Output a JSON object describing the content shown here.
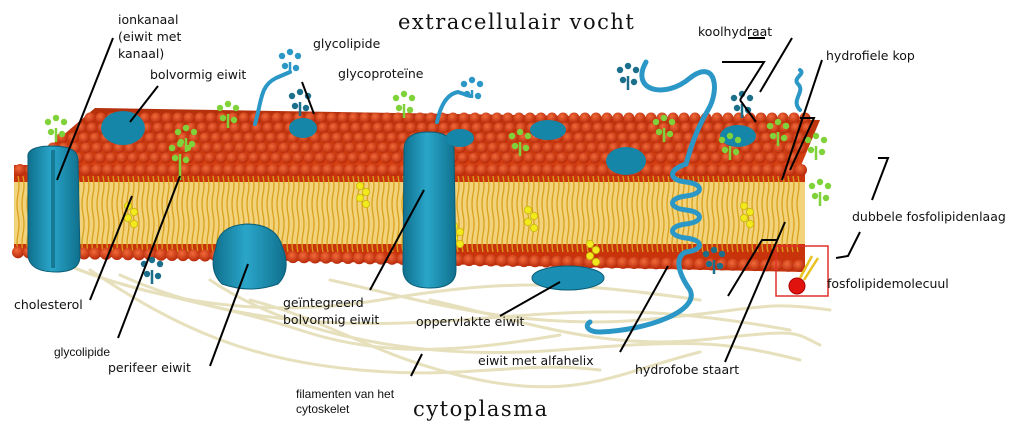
{
  "regions": {
    "top": "extracellulair vocht",
    "bottom": "cytoplasma"
  },
  "labels": {
    "ion_channel": [
      "ionkanaal",
      "(eiwit met",
      "kanaal)"
    ],
    "globular_protein": "bolvormig eiwit",
    "glycolipid_top": "glycolipide",
    "glycoprotein": "glycoproteïne",
    "carbohydrate": "koolhydraat",
    "hydrophilic_head": "hydrofiele kop",
    "bilayer": "dubbele fosfolipidenlaag",
    "phospholipid": "fosfolipidemolecuul",
    "cholesterol": "cholesterol",
    "glycolipid_bottom": "glycolipide",
    "peripheral_protein": "perifeer eiwit",
    "integral_protein": [
      "geïntegreerd",
      "bolvormig eiwit"
    ],
    "surface_protein": "oppervlakte eiwit",
    "alpha_helix": "eiwit met alfahelix",
    "hydrophobic_tail": "hydrofobe staart",
    "filaments": [
      "filamenten van het",
      "cytoskelet"
    ]
  },
  "colors": {
    "head": "#d8350f",
    "head_dark": "#a52208",
    "tail": "#e9b62a",
    "protein": "#1b8fb3",
    "protein_dark": "#106a87",
    "cholesterol": "#f2ea1c",
    "glyco_green": "#7fd23a",
    "filament": "#ece6c4"
  }
}
